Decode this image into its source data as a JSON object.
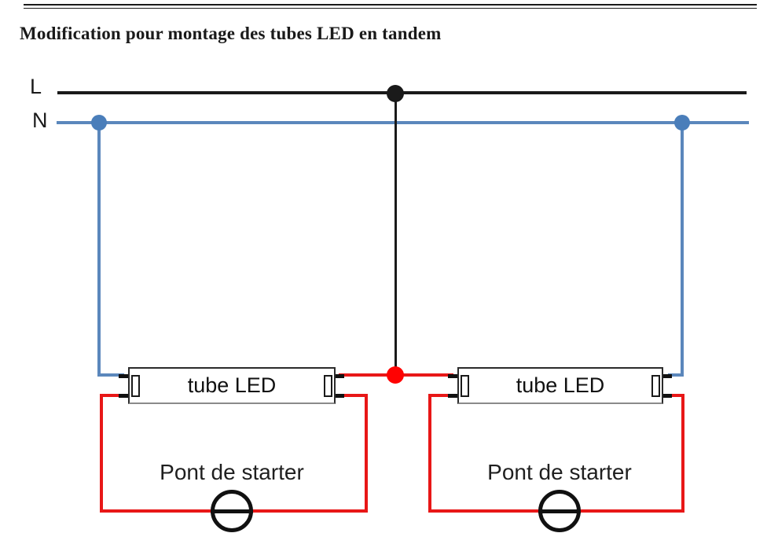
{
  "title": "Modification pour montage des tubes LED en tandem",
  "bus": {
    "live_label": "L",
    "neutral_label": "N"
  },
  "tubes": [
    {
      "label": "tube LED"
    },
    {
      "label": "tube LED"
    }
  ],
  "starters": [
    {
      "label": "Pont de starter"
    },
    {
      "label": "Pont de starter"
    }
  ],
  "colors": {
    "wire_black": "#1a1a1a",
    "wire_blue": "#5b87bc",
    "dot_blue": "#4a7eba",
    "wire_red": "#e81717",
    "dot_red": "#ff0202",
    "tube_border": "#2b2b2b",
    "text": "#1a1a1a"
  }
}
